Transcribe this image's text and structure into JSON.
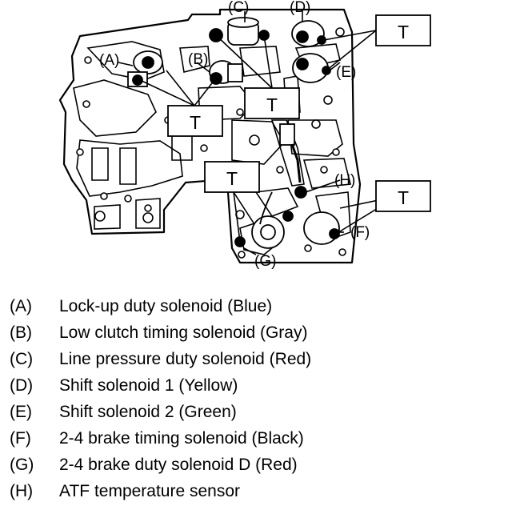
{
  "diagram": {
    "callouts": {
      "A": "(A)",
      "B": "(B)",
      "C": "(C)",
      "D": "(D)",
      "E": "(E)",
      "F": "(F)",
      "G": "(G)",
      "H": "(H)"
    },
    "torque_boxes": [
      "T",
      "T",
      "T",
      "T",
      "T"
    ]
  },
  "legend": [
    {
      "key": "(A)",
      "text": "Lock-up duty solenoid (Blue)"
    },
    {
      "key": "(B)",
      "text": "Low clutch timing solenoid (Gray)"
    },
    {
      "key": "(C)",
      "text": "Line pressure duty solenoid (Red)"
    },
    {
      "key": "(D)",
      "text": "Shift solenoid 1 (Yellow)"
    },
    {
      "key": "(E)",
      "text": "Shift solenoid 2 (Green)"
    },
    {
      "key": "(F)",
      "text": "2-4 brake timing solenoid (Black)"
    },
    {
      "key": "(G)",
      "text": "2-4 brake duty solenoid D (Red)"
    },
    {
      "key": "(H)",
      "text": "ATF temperature sensor"
    }
  ]
}
